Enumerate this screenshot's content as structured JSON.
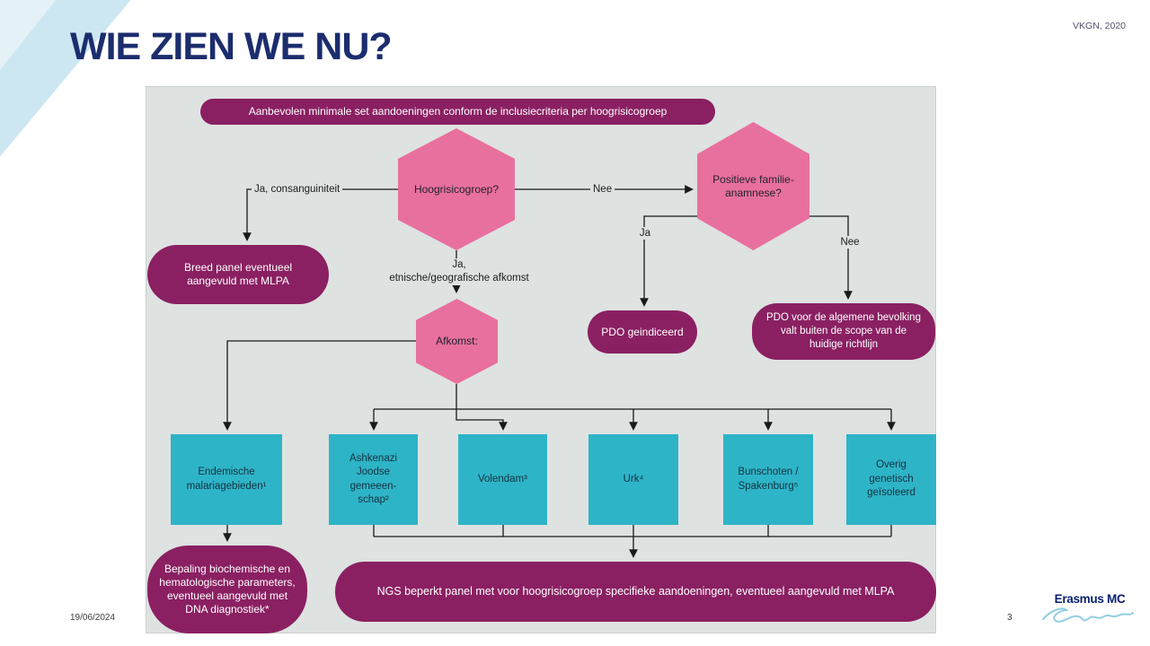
{
  "slide": {
    "title": "WIE ZIEN WE NU?",
    "source_ref": "VKGN, 2020",
    "date": "19/06/2024",
    "page_number": "3",
    "logo_text": "Erasmus MC"
  },
  "flowchart": {
    "banner": "Aanbevolen minimale set aandoeningen conform de inclusiecriteria per hoogrisicogroep",
    "hex_hoogrisico": "Hoogrisicogroep?",
    "hex_familie": "Positieve familie-\nanamnese?",
    "hex_afkomst": "Afkomst:",
    "labels": {
      "ja_consanguiniteit": "Ja, consanguiniteit",
      "nee_top": "Nee",
      "ja_left": "Ja",
      "nee_right": "Nee",
      "ja_etnisch": "Ja,\netnische/geografische afkomst"
    },
    "box_breed_panel": "Breed panel eventueel\naangevuld met MLPA",
    "box_pdo_geindiceerd": "PDO geindiceerd",
    "box_pdo_algemene": "PDO voor de algemene bevolking\nvalt buiten de scope van de\nhuidige richtlijn",
    "groups": [
      {
        "label": "Endemische\nmalariagebieden¹"
      },
      {
        "label": "Ashkenazi\nJoodse\ngemeeen-\nschap²"
      },
      {
        "label": "Volendam³"
      },
      {
        "label": "Urk⁴"
      },
      {
        "label": "Bunschoten /\nSpakenburg⁵"
      },
      {
        "label": "Overig\ngenetisch\ngeïsoleerd"
      }
    ],
    "box_bepaling": "Bepaling biochemische en\nhematologische parameters,\neventueel aangevuld met\nDNA diagnostiek*",
    "box_ngs": "NGS beperkt panel met voor hoogrisicogroep specifieke aandoeningen, eventueel aangevuld met MLPA"
  },
  "colors": {
    "purple": "#8a2062",
    "pink": "#e8709e",
    "teal": "#2eb4c7",
    "title_navy": "#1c2d6e",
    "panel_gray": "#dee2e1",
    "logo_navy": "#0b2070",
    "signature_blue": "#93cde4"
  }
}
